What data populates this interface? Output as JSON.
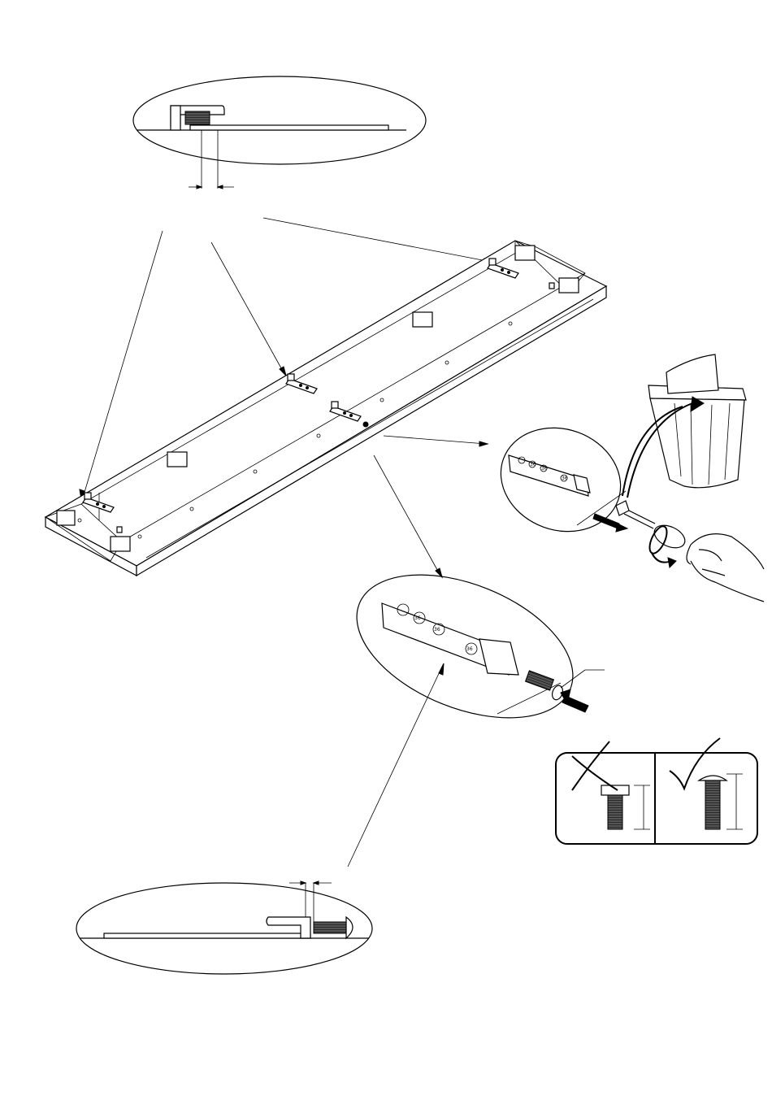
{
  "diagram": {
    "panel_marks": [
      "36",
      "36",
      "36"
    ],
    "part_marks": [
      "36",
      "36",
      "36"
    ],
    "check_box": {
      "wrong_icon": "cross-mark-icon",
      "correct_icon": "check-mark-icon"
    }
  }
}
